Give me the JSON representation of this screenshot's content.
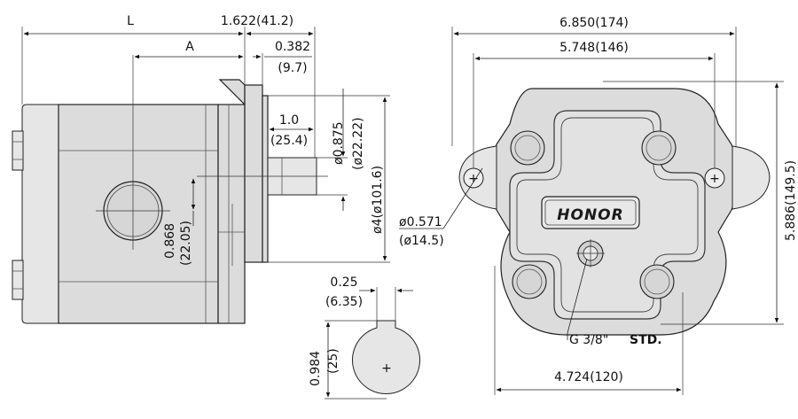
{
  "side_view": {
    "dim_L": "L",
    "dim_A": "A",
    "dim_length_mount": "1.622(41.2)",
    "dim_flange_in": "0.382",
    "dim_flange_mm": "(9.7)",
    "dim_shaft_len_in": "1.0",
    "dim_shaft_len_mm": "(25.4)",
    "dim_shaft_dia_in": "ø0.875",
    "dim_shaft_dia_mm": "(ø22.22)",
    "dim_pilot_dia": "ø4(ø101.6)",
    "dim_port_offset_in": "0.868",
    "dim_port_offset_mm": "(22.05)"
  },
  "shaft_section": {
    "dim_key_in": "0.25",
    "dim_key_mm": "(6.35)",
    "dim_height_in": "0.984",
    "dim_height_mm": "(25)",
    "center_mark": "+"
  },
  "front_view": {
    "dim_overall_width": "6.850(174)",
    "dim_bolt_spacing": "5.748(146)",
    "dim_height": "5.886(149.5)",
    "dim_hole_in": "ø0.571",
    "dim_hole_mm": "(ø14.5)",
    "dim_body_width": "4.724(120)",
    "port_label": "G 3/8\"",
    "port_std": "STD.",
    "brand": "HONOR",
    "hole_mark": "+"
  }
}
